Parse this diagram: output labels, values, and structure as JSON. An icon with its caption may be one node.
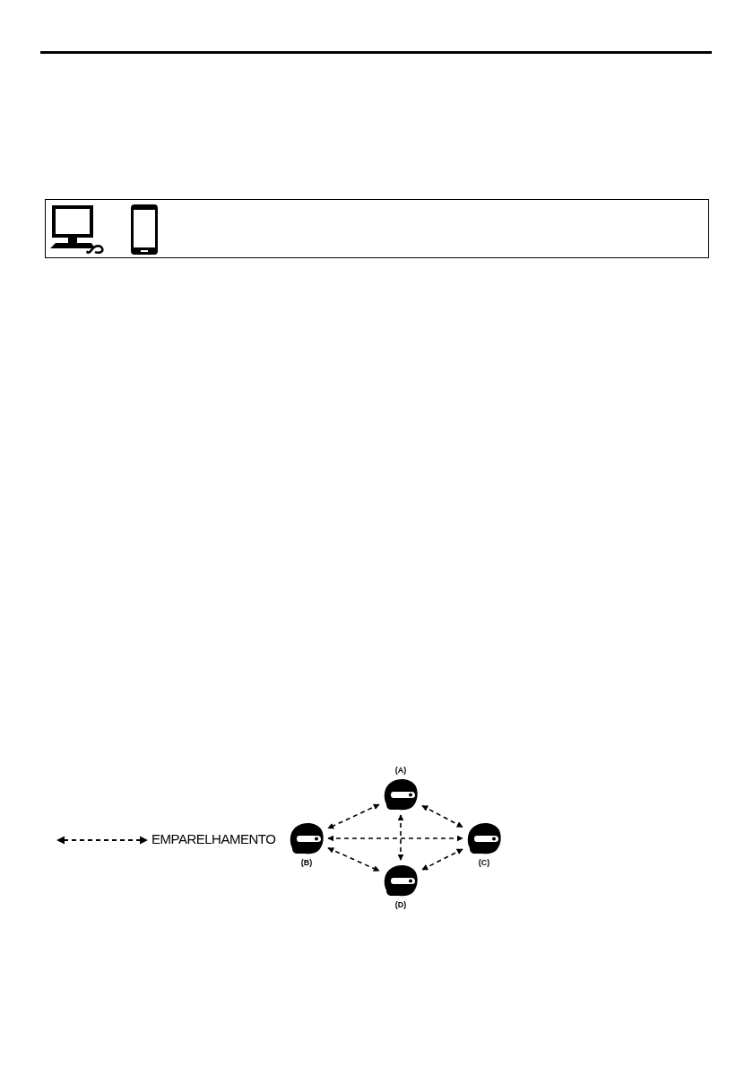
{
  "diagram": {
    "nodes": [
      {
        "text": [
          "(A)"
        ]
      },
      {
        "text": [
          "(B)"
        ]
      },
      {
        "text": [
          "(C)"
        ]
      },
      {
        "text": [
          "(D)"
        ]
      }
    ],
    "edges": [
      {
        "from": 0,
        "to": 1,
        "arrow": "both",
        "style": "dashed"
      },
      {
        "from": 0,
        "to": 2,
        "arrow": "both",
        "style": "dashed"
      },
      {
        "from": 1,
        "to": 2,
        "arrow": "both",
        "style": "dashed"
      },
      {
        "from": 0,
        "to": 3,
        "arrow": "both",
        "style": "dashed"
      },
      {
        "from": 1,
        "to": 3,
        "arrow": "both",
        "style": "dashed"
      },
      {
        "from": 2,
        "to": 3,
        "arrow": "both",
        "style": "dashed"
      }
    ],
    "legend": [
      {
        "text": "EMPARELHAMENTO"
      }
    ]
  }
}
